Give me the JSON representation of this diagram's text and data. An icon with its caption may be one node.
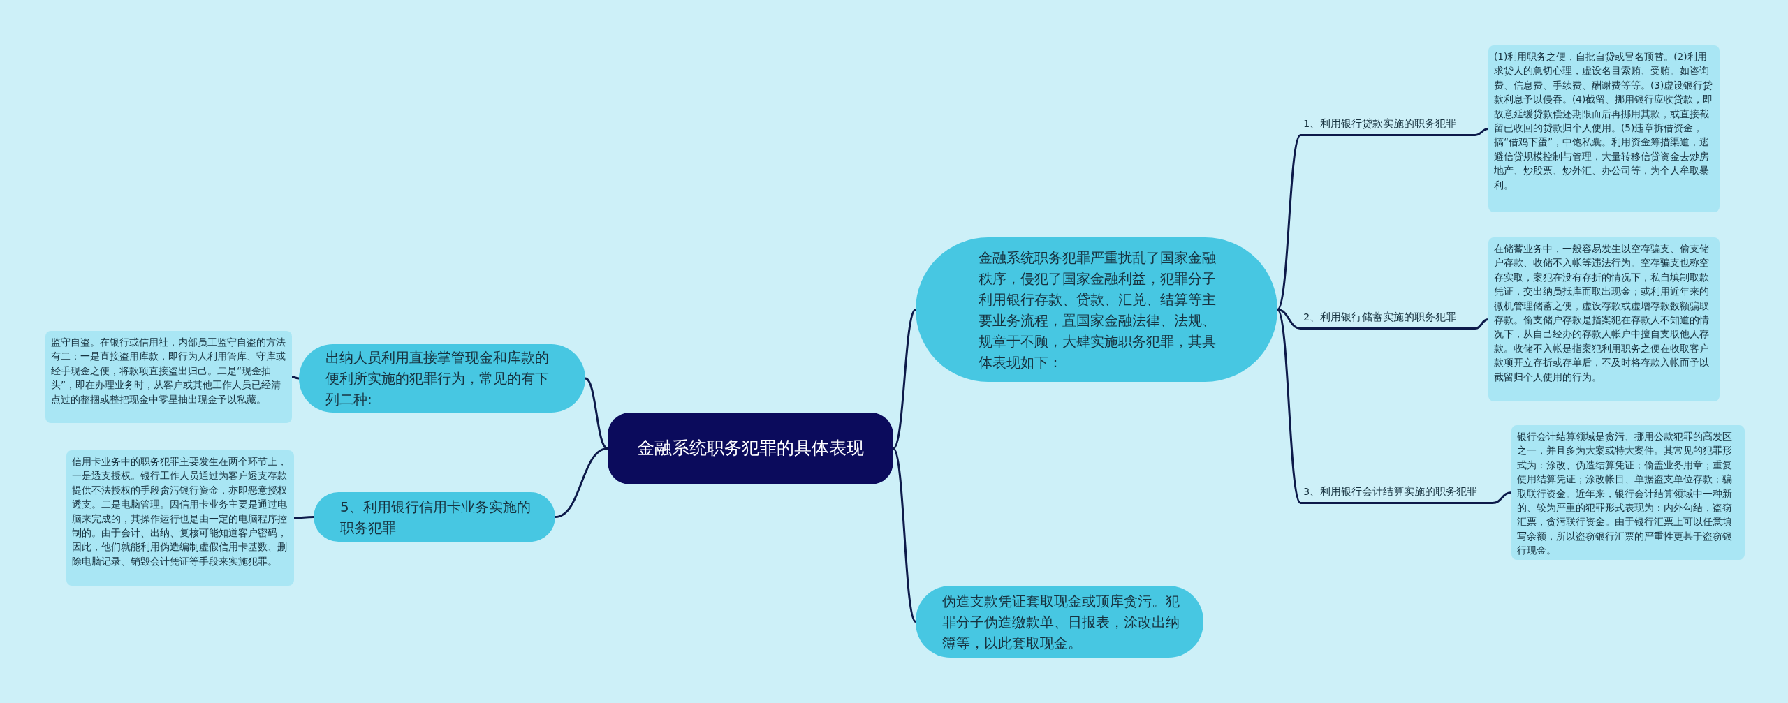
{
  "diagram": {
    "nodes": [
      {
        "text": [
          "金融系统职务犯罪的具体表现"
        ]
      },
      {
        "text": [
          "金融系统职务犯罪严重扰乱了国家金融秩序，侵犯了国家金融利益，犯罪分子利用银行存款、贷款、汇兑、结算等主要业务流程，置国家金融法律、法规、规章于不顾，大肆实施职务犯罪，其具体表现如下："
        ]
      },
      {
        "text": [
          "1、利用银行贷款实施的职务犯罪"
        ]
      },
      {
        "text": [
          "(1)利用职务之便，自批自贷或冒名顶替。(2)利用求贷人的急切心理，虚设名目索贿、受贿。如咨询费、信息费、手续费、酬谢费等等。(3)虚设银行贷款利息予以侵吞。(4)截留、挪用银行应收贷款，即故意延缓贷款偿还期限而后再挪用其款，或直接截留已收回的贷款归个人使用。(5)违章拆借资金，搞“借鸡下蛋”，中饱私囊。利用资金筹措渠道，逃避信贷规模控制与管理，大量转移信贷资金去炒房地产、炒股票、炒外汇、办公司等，为个人牟取暴利。"
        ]
      },
      {
        "text": [
          "2、利用银行储蓄实施的职务犯罪"
        ]
      },
      {
        "text": [
          "在储蓄业务中，一般容易发生以空存骗支、偷支储户存款、收储不入帐等违法行为。空存骗支也称空存实取，案犯在没有存折的情况下，私自填制取款凭证，交出纳员抵库而取出现金；或利用近年来的微机管理储蓄之便，虚设存款或虚增存款数额骗取存款。偷支储户存款是指案犯在存款人不知道的情况下，从自己经办的存款人帐户中擅自支取他人存款。收储不入帐是指案犯利用职务之便在收取客户款项开立存折或存单后，不及时将存款入帐而予以截留归个人使用的行为。"
        ]
      },
      {
        "text": [
          "3、利用银行会计结算实施的职务犯罪"
        ]
      },
      {
        "text": [
          "银行会计结算领域是贪污、挪用公款犯罪的高发区之一，并且多为大案或特大案件。其常见的犯罪形式为：涂改、伪造结算凭证；偷盖业务用章；重复使用结算凭证；涂改帐目、单据盗支单位存款；骗取联行资金。近年来，银行会计结算领域中一种新的、较为严重的犯罪形式表现为：内外勾结，盗窃汇票，贪污联行资金。由于银行汇票上可以任意填写余额，所以盗窃银行汇票的严重性更甚于盗窃银行现金。"
        ]
      },
      {
        "text": [
          "伪造支款凭证套取现金或顶库贪污。犯罪分子伪造缴款单、日报表，涂改出纳簿等，以此套取现金。"
        ]
      },
      {
        "text": [
          "出纳人员利用直接掌管现金和库款的便利所实施的犯罪行为，常见的有下列二种:"
        ]
      },
      {
        "text": [
          "监守自盗。在银行或信用社，内部员工监守自盗的方法有二：一是直接盗用库款，即行为人利用管库、守库或经手现金之便，将款项直接盗出归己。二是“现金抽头”，即在办理业务时，从客户或其他工作人员已经清点过的整捆或整把现金中零星抽出现金予以私藏。"
        ]
      },
      {
        "text": [
          "5、利用银行信用卡业务实施的职务犯罪"
        ]
      },
      {
        "text": [
          "信用卡业务中的职务犯罪主要发生在两个环节上，一是透支授权。银行工作人员通过为客户透支存款提供不法授权的手段贪污银行资金，亦即恶意授权透支。二是电脑管理。因信用卡业务主要是通过电脑来完成的，其操作运行也是由一定的电脑程序控制的。由于会计、出纳、复核可能知道客户密码，因此，他们就能利用伪造编制虚假信用卡基数、删除电脑记录、销毁会计凭证等手段来实施犯罪。"
        ]
      }
    ],
    "edges": [
      {
        "from": 0,
        "to": 1,
        "arrow": "none"
      },
      {
        "from": 1,
        "to": 2,
        "arrow": "none"
      },
      {
        "from": 2,
        "to": 3,
        "arrow": "none"
      },
      {
        "from": 1,
        "to": 4,
        "arrow": "none"
      },
      {
        "from": 4,
        "to": 5,
        "arrow": "none"
      },
      {
        "from": 1,
        "to": 6,
        "arrow": "none"
      },
      {
        "from": 6,
        "to": 7,
        "arrow": "none"
      },
      {
        "from": 0,
        "to": 8,
        "arrow": "none"
      },
      {
        "from": 0,
        "to": 9,
        "arrow": "none"
      },
      {
        "from": 9,
        "to": 10,
        "arrow": "none"
      },
      {
        "from": 0,
        "to": 11,
        "arrow": "none"
      },
      {
        "from": 11,
        "to": 12,
        "arrow": "none"
      }
    ]
  }
}
